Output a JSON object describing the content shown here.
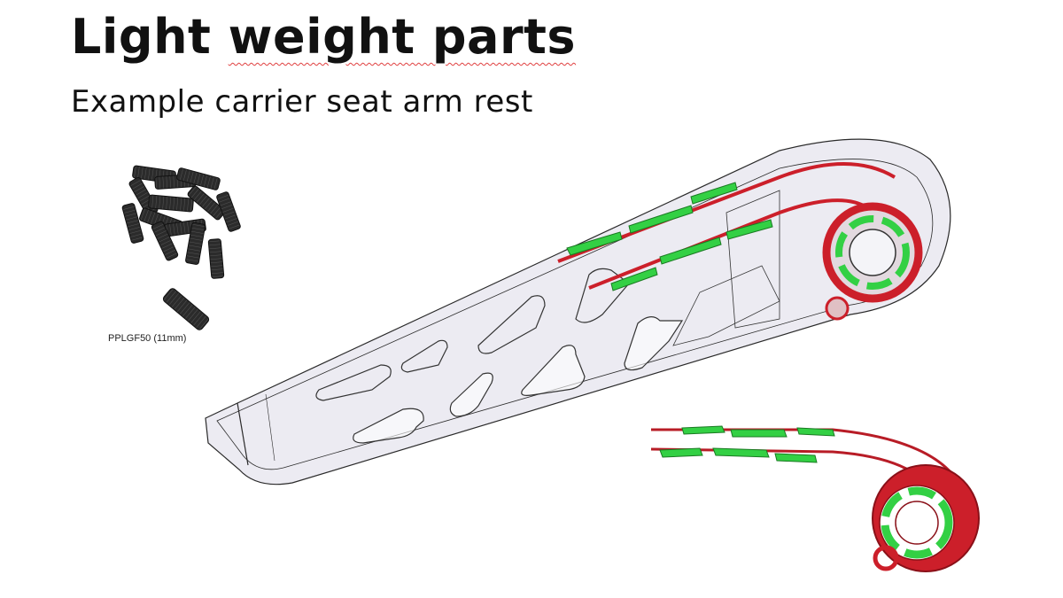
{
  "slide": {
    "title_part1": "Light",
    "title_part2": "weight parts",
    "subtitle": "Example carrier seat arm rest",
    "pellet_caption": "PPLGF50 (11mm)"
  },
  "colors": {
    "text": "#111111",
    "insert_red": "#cc1f2a",
    "insert_green": "#33d044",
    "part_outline": "#2a2a2a",
    "part_fill": "#e6e4ee",
    "pellet": "#2a2a2a"
  },
  "images": {
    "pellets": "pile of black long-glass-fibre pellets",
    "arm_rest": "transparent CAD view of arm rest with red and green inserts",
    "insert_detail": "red and green continuous-fibre insert detail"
  }
}
